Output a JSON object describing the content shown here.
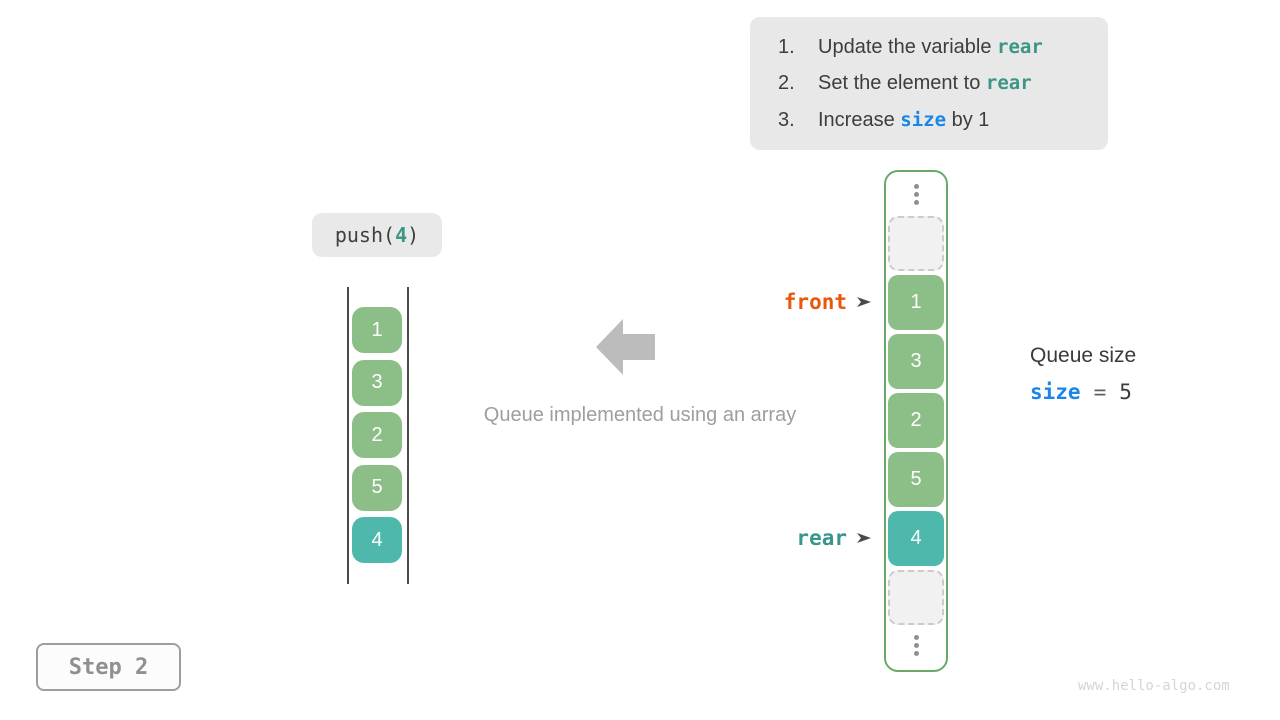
{
  "instructions": {
    "items": [
      {
        "num": "1.",
        "prefix": "Update the variable ",
        "code": "rear",
        "suffix": "",
        "code_color": "teal"
      },
      {
        "num": "2.",
        "prefix": "Set the element to ",
        "code": "rear",
        "suffix": "",
        "code_color": "teal"
      },
      {
        "num": "3.",
        "prefix": "Increase ",
        "code": "size",
        "suffix": " by 1",
        "code_color": "blue"
      }
    ]
  },
  "push_label": {
    "prefix": "push(",
    "value": "4",
    "suffix": ")"
  },
  "left_queue": {
    "boxes": [
      {
        "value": "1",
        "type": "green"
      },
      {
        "value": "3",
        "type": "green"
      },
      {
        "value": "2",
        "type": "green"
      },
      {
        "value": "5",
        "type": "green"
      },
      {
        "value": "4",
        "type": "teal"
      }
    ]
  },
  "caption": "Queue implemented using an array",
  "array": {
    "cells": [
      {
        "type": "empty",
        "value": ""
      },
      {
        "type": "green",
        "value": "1"
      },
      {
        "type": "green",
        "value": "3"
      },
      {
        "type": "green",
        "value": "2"
      },
      {
        "type": "green",
        "value": "5"
      },
      {
        "type": "teal",
        "value": "4"
      },
      {
        "type": "empty",
        "value": ""
      }
    ],
    "front_label": "front",
    "rear_label": "rear"
  },
  "queue_size": {
    "title": "Queue size",
    "var": "size",
    "equals": "=",
    "value": "5"
  },
  "step": {
    "label": "Step 2"
  },
  "watermark": "www.hello-algo.com",
  "colors": {
    "box_green": "#8cbe88",
    "box_teal": "#4fb8ac",
    "array_border_green": "#69aa69",
    "front_orange": "#e8580c",
    "rear_teal": "#3a968a",
    "code_teal": "#3b9687",
    "code_blue": "#1a86e8",
    "instruction_bg": "#e8e8e8",
    "muted_gray": "#9e9e9e"
  }
}
